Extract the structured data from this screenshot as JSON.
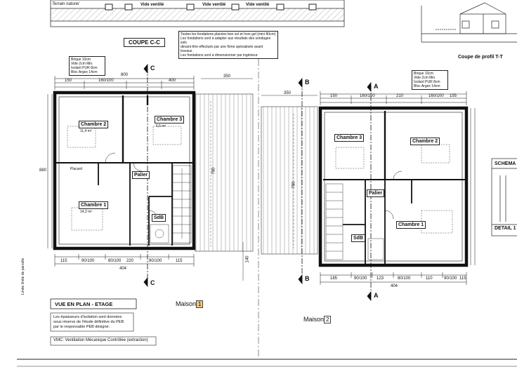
{
  "top_strip": {
    "terrain": "Terrain naturel",
    "vide1": "Vide ventilé",
    "vide2": "Vide ventilé",
    "vide3": "Vide ventilé"
  },
  "coupe_cc": "COUPE C-C",
  "coupe_tt": "Coupe de profil T-T",
  "schema": "SCHEMA",
  "detail": "DETAIL 1",
  "fondations_note": [
    "Toutes les fondations placées bon sol et hors gel (mini 80cm)",
    "Les fondations sont à adapter aux résultats des sondages sols",
    "devant être effectués par une firme spécialisée avant travaux.",
    "Les fondations sont à dimensionner par ingénieur."
  ],
  "wall_spec_left": [
    "Brique 10cm",
    "Vide 2cm Min.",
    "Isolant PUR 8cm",
    "Bloc Argex 14cm"
  ],
  "wall_spec_right": [
    "Brique 10cm",
    "Vide 2cm Min.",
    "Isolant PUR 8cm",
    "Bloc Argex 14cm"
  ],
  "maison1": {
    "dims_top": [
      "800",
      "150",
      "160/100",
      "400"
    ],
    "dim_side": "880",
    "rooms": {
      "chambre2": "Chambre 2",
      "chambre3": "Chambre 3",
      "palier": "Palier",
      "chambre1": "Chambre 1",
      "sdb": "SdB"
    },
    "surfaces": {
      "c2": "11,4 m²",
      "c3": "6,5 m²",
      "c1": "14,2 m²"
    },
    "dims_bottom": [
      "115",
      "90/100",
      "80/100",
      "220",
      "80/100",
      "115"
    ],
    "total_bottom": "404",
    "note": "Placard"
  },
  "maison2": {
    "dims_top": [
      "150",
      "160/100",
      "210",
      "160/100",
      "155"
    ],
    "rooms": {
      "chambre3": "Chambre 3",
      "chambre2": "Chambre 2",
      "palier": "Palier",
      "chambre1": "Chambre 1",
      "sdb": "SdB"
    },
    "dims_bottom": [
      "185",
      "90/100",
      "123",
      "80/100",
      "110",
      "90/100",
      "115"
    ],
    "total_bottom": "404"
  },
  "center_dims": {
    "d350a": "350",
    "d350b": "350",
    "d780a": "780",
    "d780b": "780",
    "d140": "140"
  },
  "markers": {
    "c": "C",
    "b": "B",
    "a": "A"
  },
  "vue_plan": "VUE EN PLAN - ETAGE",
  "isolation_note": [
    "Les épaisseurs d'isolation sont données",
    "sous réserve de l'étude définitive du PEB",
    "par le responsable PEB désigné."
  ],
  "vmc_note": "VMC: Ventilation Mécanique Contrôlée (extraction)",
  "maison_label": "Maison",
  "maison1_num": "1",
  "maison2_num": "2",
  "margin_note": "Limite limite de parcelle"
}
